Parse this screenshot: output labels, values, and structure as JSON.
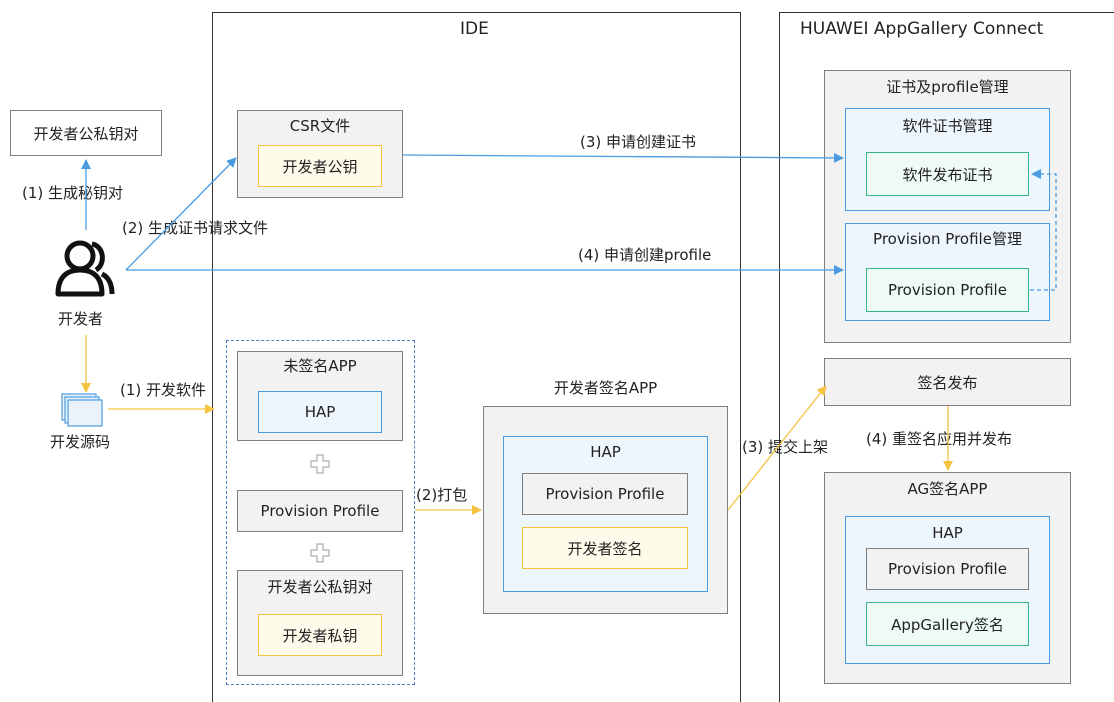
{
  "columns": {
    "ide_title": "IDE",
    "agc_title": "HUAWEI AppGallery Connect"
  },
  "left": {
    "keypair": "开发者公私钥对",
    "step_gen_key": "(1) 生成秘钥对",
    "developer": "开发者",
    "step_dev_software": "(1) 开发软件",
    "source_code": "开发源码"
  },
  "ide": {
    "csr_title": "CSR文件",
    "csr_pubkey": "开发者公钥",
    "step_csr": "(2) 生成证书请求文件",
    "unsigned_title": "未签名APP",
    "unsigned_hap": "HAP",
    "provision_profile": "Provision Profile",
    "keypair_title": "开发者公私钥对",
    "private_key": "开发者私钥",
    "step_pack": "(2)打包",
    "signed_title": "开发者签名APP",
    "signed_hap": "HAP",
    "signed_profile": "Provision Profile",
    "signed_signature": "开发者签名",
    "plus": "+"
  },
  "arrows": {
    "step_apply_cert": "(3) 申请创建证书",
    "step_apply_profile": "(4) 申请创建profile",
    "step_submit": "(3) 提交上架",
    "step_resign": "(4) 重签名应用并发布"
  },
  "agc": {
    "cert_mgmt_title": "证书及profile管理",
    "soft_cert_mgmt": "软件证书管理",
    "soft_release_cert": "软件发布证书",
    "provision_mgmt": "Provision Profile管理",
    "provision_profile": "Provision Profile",
    "sign_release": "签名发布",
    "ag_app_title": "AG签名APP",
    "ag_hap": "HAP",
    "ag_profile": "Provision Profile",
    "ag_signature": "AppGallery签名"
  },
  "colors": {
    "blue_arrow": "#4a9be0",
    "yellow_arrow": "#f5c342",
    "dashed_border": "#4a7fc1"
  }
}
